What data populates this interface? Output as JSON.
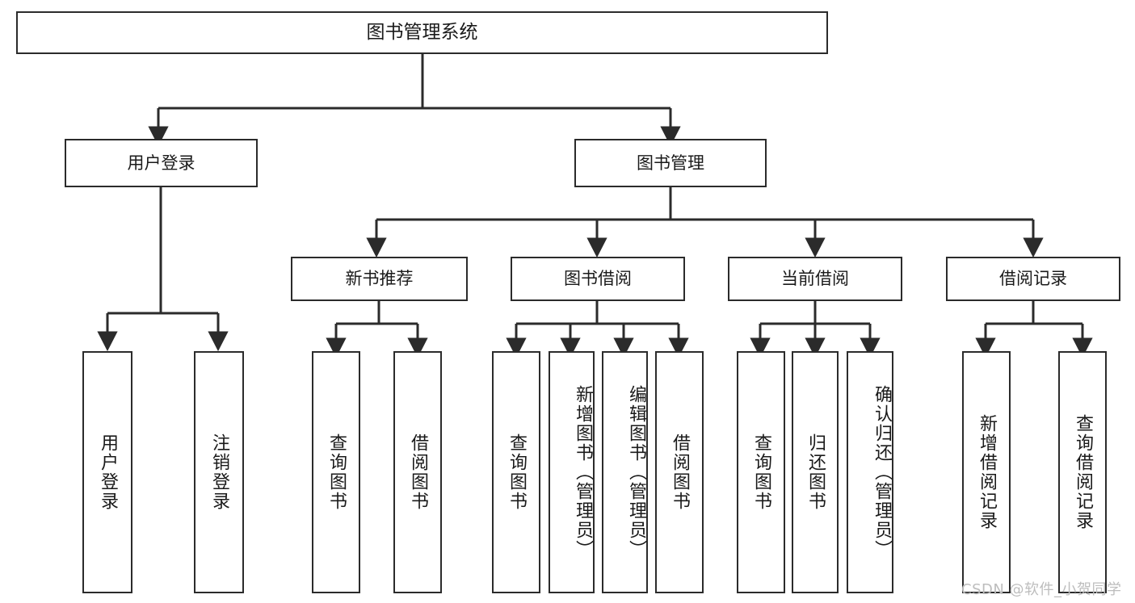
{
  "diagram": {
    "title": "图书管理系统",
    "watermark": "CSDN @软件_小贺同学",
    "colors": {
      "stroke": "#2b2b2b",
      "text": "#1a1a1a",
      "background": "#ffffff",
      "watermark": "#bdbdbd"
    },
    "root": {
      "label": "图书管理系统"
    },
    "level2": [
      {
        "id": "user-login",
        "label": "用户登录"
      },
      {
        "id": "book-management",
        "label": "图书管理"
      }
    ],
    "level3": [
      {
        "id": "new-book-recommend",
        "label": "新书推荐",
        "parent": "book-management"
      },
      {
        "id": "book-borrow",
        "label": "图书借阅",
        "parent": "book-management"
      },
      {
        "id": "current-borrow",
        "label": "当前借阅",
        "parent": "book-management"
      },
      {
        "id": "borrow-record",
        "label": "借阅记录",
        "parent": "book-management"
      }
    ],
    "leaves": [
      {
        "id": "leaf-user-login",
        "label": "用户登录",
        "parent": "user-login"
      },
      {
        "id": "leaf-logout",
        "label": "注销登录",
        "parent": "user-login"
      },
      {
        "id": "leaf-query-book-1",
        "label": "查询图书",
        "parent": "new-book-recommend"
      },
      {
        "id": "leaf-borrow-book-1",
        "label": "借阅图书",
        "parent": "new-book-recommend"
      },
      {
        "id": "leaf-query-book-2",
        "label": "查询图书",
        "parent": "book-borrow"
      },
      {
        "id": "leaf-add-book",
        "label": "新增图书（管理员）",
        "parent": "book-borrow"
      },
      {
        "id": "leaf-edit-book",
        "label": "编辑图书（管理员）",
        "parent": "book-borrow"
      },
      {
        "id": "leaf-borrow-book-2",
        "label": "借阅图书",
        "parent": "book-borrow"
      },
      {
        "id": "leaf-query-book-3",
        "label": "查询图书",
        "parent": "current-borrow"
      },
      {
        "id": "leaf-return-book",
        "label": "归还图书",
        "parent": "current-borrow"
      },
      {
        "id": "leaf-confirm-return",
        "label": "确认归还（管理员）",
        "parent": "current-borrow"
      },
      {
        "id": "leaf-add-record",
        "label": "新增借阅记录",
        "parent": "borrow-record"
      },
      {
        "id": "leaf-query-record",
        "label": "查询借阅记录",
        "parent": "borrow-record"
      }
    ]
  }
}
